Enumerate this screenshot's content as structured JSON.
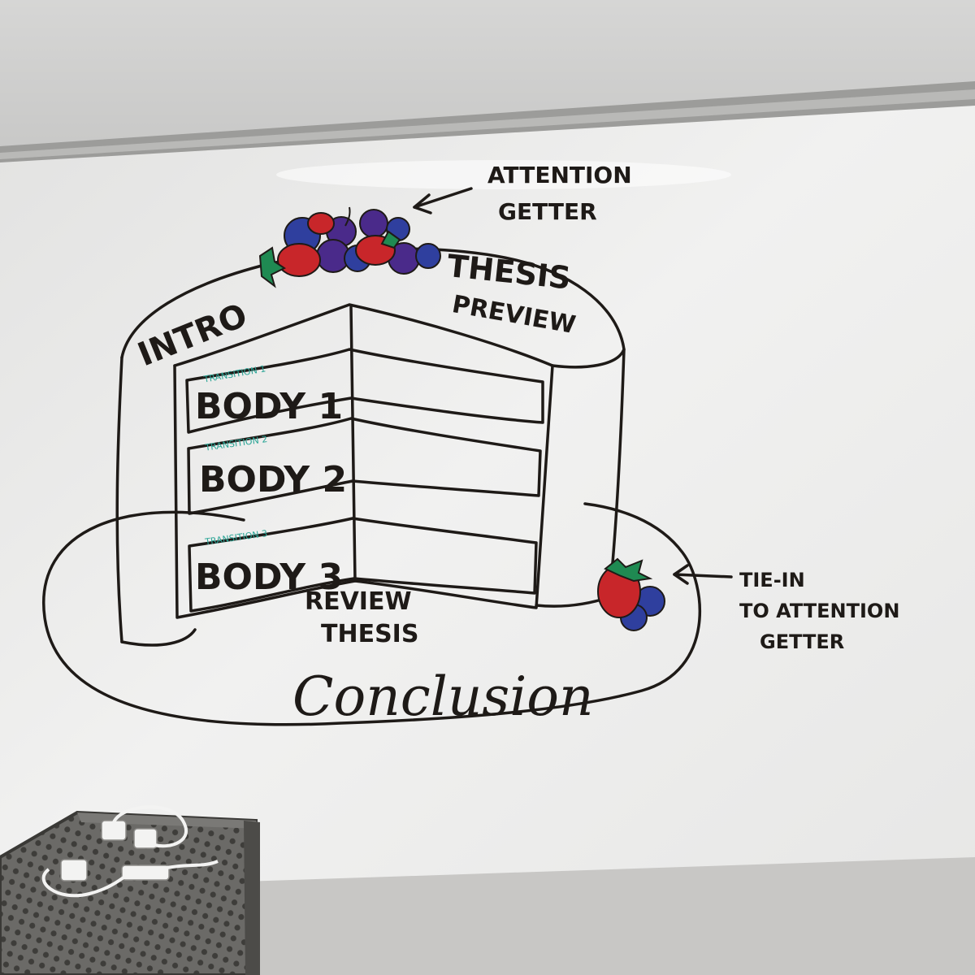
{
  "annotations": {
    "top_label_line1": "ATTENTION",
    "top_label_line2": "GETTER",
    "right_label_line1": "TIE-IN",
    "right_label_line2": "TO ATTENTION",
    "right_label_line3": "GETTER"
  },
  "cake": {
    "intro": "INTRO",
    "thesis": "THESIS",
    "preview": "PREVIEW",
    "layers": [
      {
        "transition": "TRANSITION 1",
        "label": "BODY 1"
      },
      {
        "transition": "TRANSITION 2",
        "label": "BODY 2"
      },
      {
        "transition": "TRANSITION 3",
        "label": "BODY 3"
      }
    ],
    "review": "REVIEW",
    "review_thesis": "THESIS",
    "conclusion": "Conclusion"
  },
  "colors": {
    "marker_black": "#1e1a17",
    "transition_teal": "#2aa596",
    "strawberry_red": "#c8262a",
    "blueberry_blue": "#2f3f9e",
    "berry_purple": "#4a2a8a",
    "leaf_green": "#1f8a52",
    "whiteboard": "#eeeeed",
    "cart_gray": "#5a5956"
  }
}
